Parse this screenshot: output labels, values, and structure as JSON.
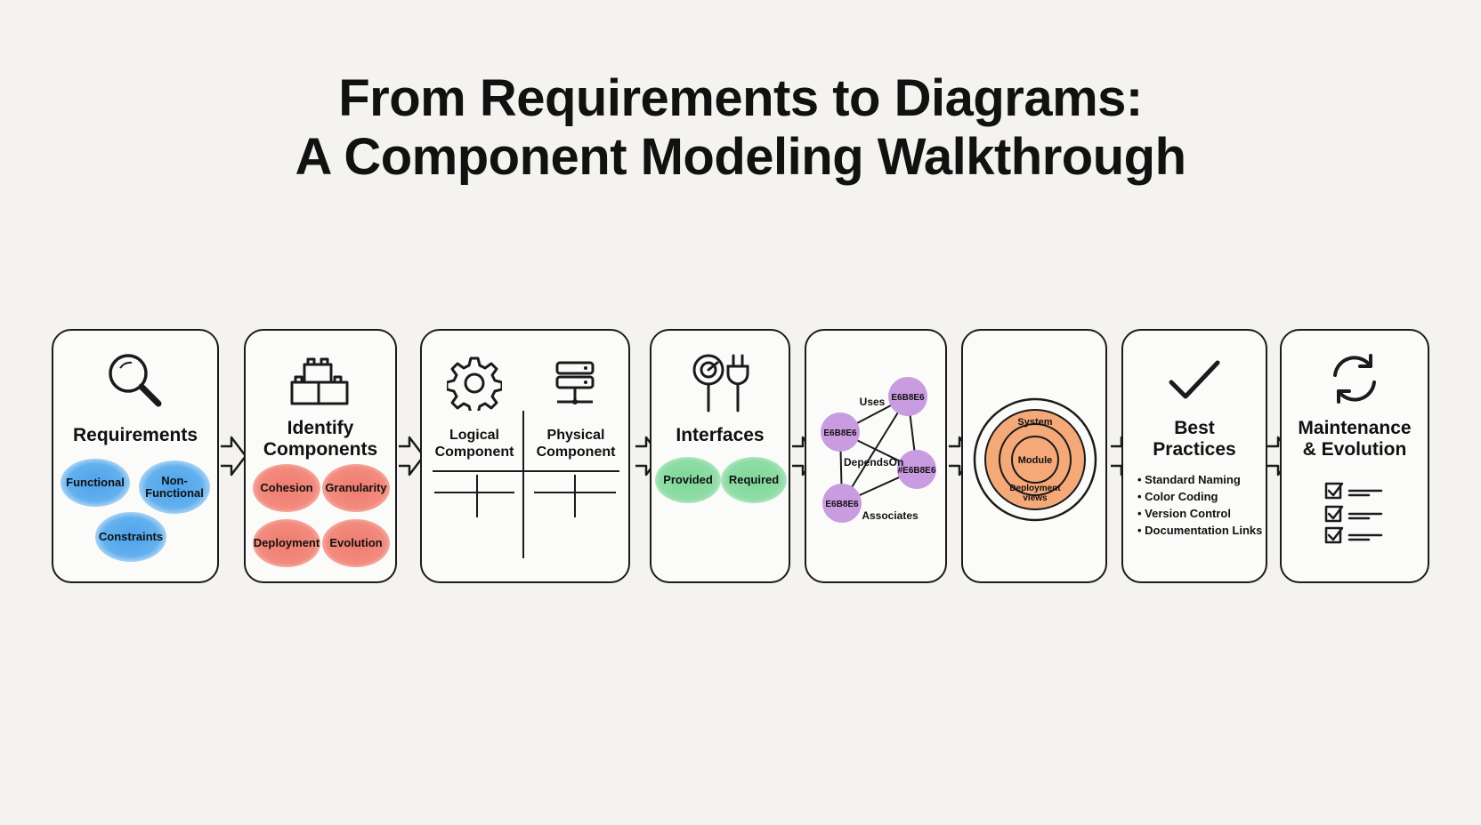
{
  "title": {
    "line1": "From Requirements to Diagrams:",
    "line2": "A Component Modeling Walkthrough"
  },
  "steps": [
    {
      "label": "Requirements",
      "icon": "magnifier-icon",
      "tags": [
        "Functional",
        "Non-\nFunctional",
        "Constraints"
      ]
    },
    {
      "label": "Identify\nComponents",
      "icon": "blocks-icon",
      "tags": [
        "Cohesion",
        "Granularity",
        "Deployment",
        "Evolution"
      ]
    },
    {
      "label_logical": "Logical\nComponent",
      "label_physical": "Physical\nComponent",
      "icon_logical": "gear-icon",
      "icon_physical": "server-icon"
    },
    {
      "label": "Interfaces",
      "icon": "lollipop-plug-icon",
      "tags": [
        "Provided",
        "Required"
      ]
    },
    {
      "nodes": [
        "E6B8E6",
        "E6B8E6",
        "#E6B8E6",
        "E6B8E6"
      ],
      "edges": [
        "Uses",
        "DependsOn",
        "Associates"
      ],
      "color": "#c99be0"
    },
    {
      "rings": [
        "System",
        "Module",
        "Deployment\nviews"
      ],
      "color": "#f5a878"
    },
    {
      "label": "Best\nPractices",
      "icon": "checkmark-icon",
      "items": [
        "Standard Naming",
        "Color Coding",
        "Version Control",
        "Documentation Links"
      ]
    },
    {
      "label": "Maintenance\n& Evolution",
      "icon": "refresh-icon",
      "checklist_icon": "checklist-icon"
    }
  ]
}
